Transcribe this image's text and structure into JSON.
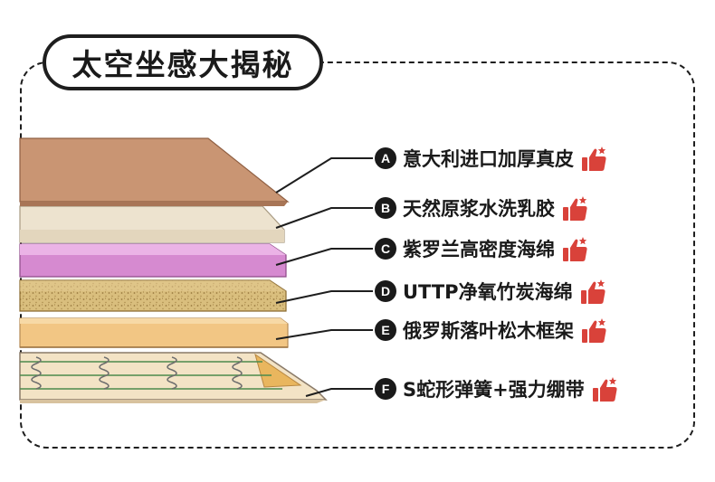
{
  "title": "太空坐感大揭秘",
  "colors": {
    "leather": "#c99573",
    "latex": "#ede3cf",
    "foam": "#d68ad0",
    "uttp": "#d9be7d",
    "frame": "#f2c684",
    "spring_board": "#f3e3c5",
    "accent": "#d9423a",
    "ink": "#1a1a1a"
  },
  "layers": [
    {
      "letter": "A",
      "label": "意大利进口加厚真皮",
      "icon": "thumbs-up-icon"
    },
    {
      "letter": "B",
      "label": "天然原浆水洗乳胶",
      "icon": "thumbs-up-icon"
    },
    {
      "letter": "C",
      "label": "紫罗兰高密度海绵",
      "icon": "thumbs-up-icon"
    },
    {
      "letter": "D",
      "label": "UTTP净氧竹炭海绵",
      "icon": "thumbs-up-icon"
    },
    {
      "letter": "E",
      "label": "俄罗斯落叶松木框架",
      "icon": "thumbs-up-icon"
    },
    {
      "letter": "F",
      "label": "S蛇形弹簧+强力绷带",
      "icon": "thumbs-up-icon"
    }
  ]
}
